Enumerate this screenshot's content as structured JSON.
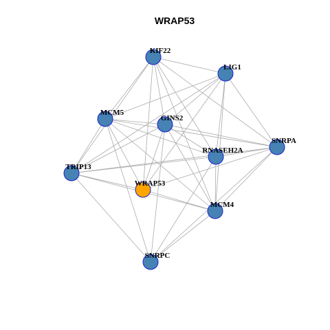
{
  "title": "WRAP53",
  "colors": {
    "node_default": "#4682b4",
    "node_focus": "#ffa500",
    "node_border": "#1a22cc",
    "edge": "#aaaaaa"
  },
  "nodes": [
    {
      "id": "KIF22",
      "label": "KIF22",
      "focus": false
    },
    {
      "id": "LIG1",
      "label": "LIG1",
      "focus": false
    },
    {
      "id": "MCM5",
      "label": "MCM5",
      "focus": false
    },
    {
      "id": "GINS2",
      "label": "GINS2",
      "focus": false
    },
    {
      "id": "SNRPA",
      "label": "SNRPA",
      "focus": false
    },
    {
      "id": "RNASEH2A",
      "label": "RNASEH2A",
      "focus": false
    },
    {
      "id": "TRIP13",
      "label": "TRIP13",
      "focus": false
    },
    {
      "id": "WRAP53",
      "label": "WRAP53",
      "focus": true
    },
    {
      "id": "MCM4",
      "label": "MCM4",
      "focus": false
    },
    {
      "id": "SNRPC",
      "label": "SNRPC",
      "focus": false
    }
  ],
  "edges": [
    [
      "KIF22",
      "LIG1"
    ],
    [
      "KIF22",
      "MCM5"
    ],
    [
      "KIF22",
      "GINS2"
    ],
    [
      "KIF22",
      "SNRPA"
    ],
    [
      "KIF22",
      "RNASEH2A"
    ],
    [
      "KIF22",
      "TRIP13"
    ],
    [
      "KIF22",
      "WRAP53"
    ],
    [
      "KIF22",
      "MCM4"
    ],
    [
      "LIG1",
      "MCM5"
    ],
    [
      "LIG1",
      "GINS2"
    ],
    [
      "LIG1",
      "SNRPA"
    ],
    [
      "LIG1",
      "RNASEH2A"
    ],
    [
      "LIG1",
      "TRIP13"
    ],
    [
      "LIG1",
      "WRAP53"
    ],
    [
      "LIG1",
      "MCM4"
    ],
    [
      "MCM5",
      "GINS2"
    ],
    [
      "MCM5",
      "SNRPA"
    ],
    [
      "MCM5",
      "RNASEH2A"
    ],
    [
      "MCM5",
      "TRIP13"
    ],
    [
      "MCM5",
      "WRAP53"
    ],
    [
      "MCM5",
      "MCM4"
    ],
    [
      "MCM5",
      "SNRPC"
    ],
    [
      "GINS2",
      "SNRPA"
    ],
    [
      "GINS2",
      "RNASEH2A"
    ],
    [
      "GINS2",
      "TRIP13"
    ],
    [
      "GINS2",
      "WRAP53"
    ],
    [
      "GINS2",
      "MCM4"
    ],
    [
      "GINS2",
      "SNRPC"
    ],
    [
      "SNRPA",
      "RNASEH2A"
    ],
    [
      "SNRPA",
      "TRIP13"
    ],
    [
      "SNRPA",
      "WRAP53"
    ],
    [
      "SNRPA",
      "MCM4"
    ],
    [
      "SNRPA",
      "SNRPC"
    ],
    [
      "RNASEH2A",
      "TRIP13"
    ],
    [
      "RNASEH2A",
      "MCM4"
    ],
    [
      "RNASEH2A",
      "SNRPC"
    ],
    [
      "TRIP13",
      "WRAP53"
    ],
    [
      "TRIP13",
      "MCM4"
    ],
    [
      "TRIP13",
      "SNRPC"
    ],
    [
      "WRAP53",
      "MCM4"
    ],
    [
      "MCM4",
      "SNRPC"
    ]
  ]
}
